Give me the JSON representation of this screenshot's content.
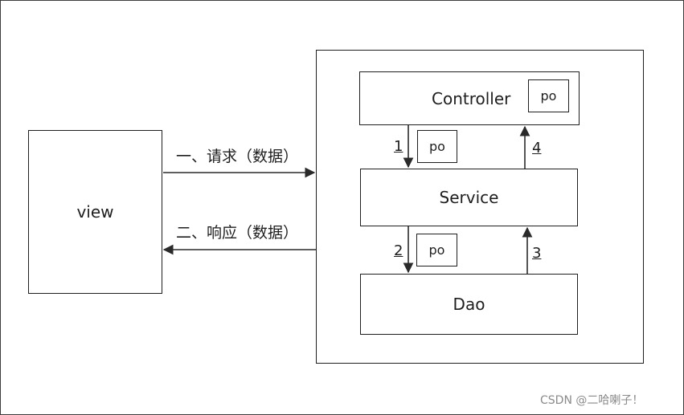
{
  "view": {
    "label": "view"
  },
  "layers": {
    "controller": "Controller",
    "service": "Service",
    "dao": "Dao"
  },
  "po_tags": {
    "controller_po": "po",
    "service_po": "po",
    "dao_po": "po"
  },
  "arrows": {
    "request": "一、请求（数据）",
    "response": "二、响应（数据）",
    "step1": "1",
    "step2": "2",
    "step3": "3",
    "step4": "4"
  },
  "watermark": "CSDN @二哈喇子！"
}
